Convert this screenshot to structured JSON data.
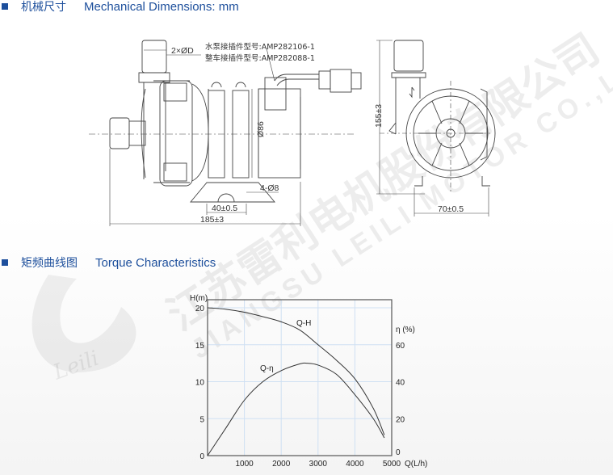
{
  "sections": {
    "dimensions": {
      "cn": "机械尺寸",
      "en": "Mechanical Dimensions: mm"
    },
    "curve": {
      "cn": "矩频曲线图",
      "en": "Torque Characteristics"
    }
  },
  "drawing": {
    "inlet_label": "2×ØD",
    "pump_connector": "水泵接插件型号:AMP282106-1",
    "vehicle_connector": "整车接插件型号:AMP282088-1",
    "diameter": "Ø86",
    "holes": "4-Ø8",
    "mount_spacing": "40±0.5",
    "length": "185±3",
    "height": "155±3",
    "width": "70±0.5"
  },
  "watermark": {
    "cn": "江苏雷利电机股份有限公司",
    "en": "JIANGSU LEILI MOTOR CO.,LTD",
    "logo": "Leili 利"
  },
  "colors": {
    "accent": "#1d4f9c",
    "grid": "#cfe0f3",
    "line": "#333333"
  },
  "chart_data": {
    "type": "line",
    "xlabel": "Q(L/h)",
    "ylabel": "H(m)",
    "y2label": "η (%)",
    "xlim": [
      0,
      5000
    ],
    "ylim": [
      0,
      20
    ],
    "y2lim": [
      0,
      80
    ],
    "xticks": [
      "1000",
      "2000",
      "3000",
      "4000",
      "5000"
    ],
    "yticks": [
      "0",
      "5",
      "10",
      "15",
      "20"
    ],
    "y2ticks": [
      "0",
      "20",
      "40",
      "60"
    ],
    "grid": true,
    "series": [
      {
        "name": "Q-H",
        "axis": "left",
        "x": [
          0,
          500,
          1000,
          1500,
          2000,
          2500,
          3000,
          3500,
          4000,
          4500,
          4800
        ],
        "y": [
          20,
          19.8,
          19.4,
          18.8,
          18.1,
          17.0,
          15.0,
          12.9,
          10.4,
          6.4,
          2.8
        ]
      },
      {
        "name": "Q-η",
        "axis": "right",
        "x": [
          0,
          500,
          1000,
          1500,
          2000,
          2500,
          2700,
          3000,
          3500,
          4000,
          4500,
          4800
        ],
        "y": [
          0,
          15,
          30,
          40,
          46,
          49.6,
          50,
          49,
          44,
          33,
          20,
          9.6
        ]
      }
    ]
  }
}
